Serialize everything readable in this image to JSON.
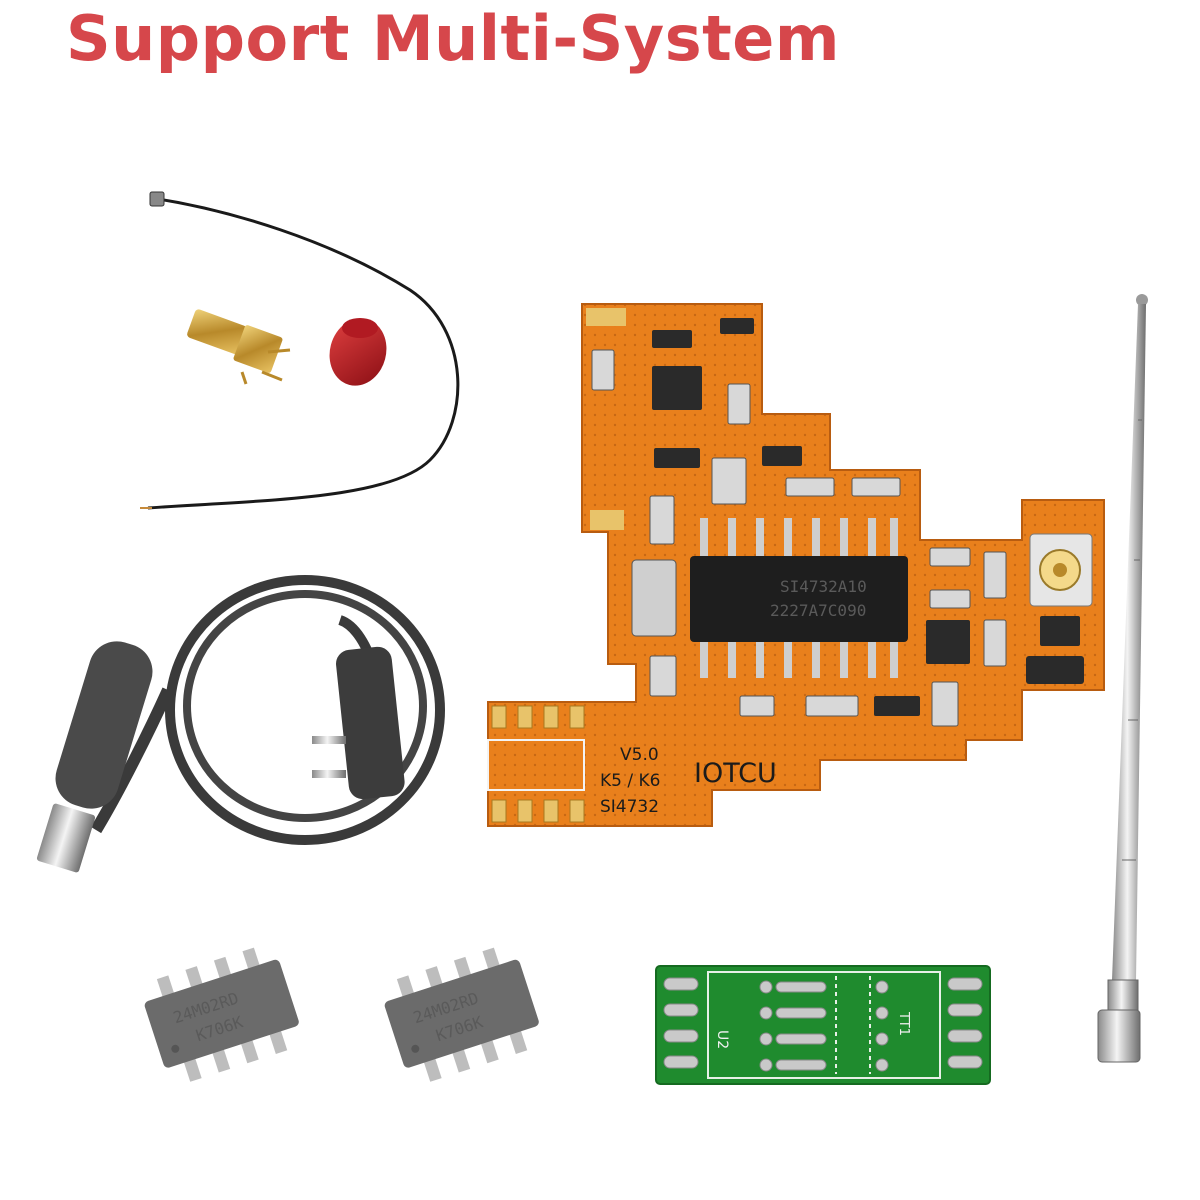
{
  "headline": {
    "text": "Support Multi-System",
    "color": "#d6474b"
  },
  "main_board": {
    "version_label": "V5.0",
    "model_label": "K5 / K6",
    "chip_label": "SI4732",
    "brand_label": "IOTCU",
    "ic_line1": "SI4732A10",
    "ic_line2": "2227A7C090",
    "color": "#ee8420"
  },
  "eeprom_chip_1": {
    "line1": "24M02RD",
    "line2": "K706K"
  },
  "eeprom_chip_2": {
    "line1": "24M02RD",
    "line2": "K706K"
  },
  "adapter_board": {
    "label_u2": "U2",
    "label_tt": "TT1",
    "color": "#1f8b2e"
  }
}
